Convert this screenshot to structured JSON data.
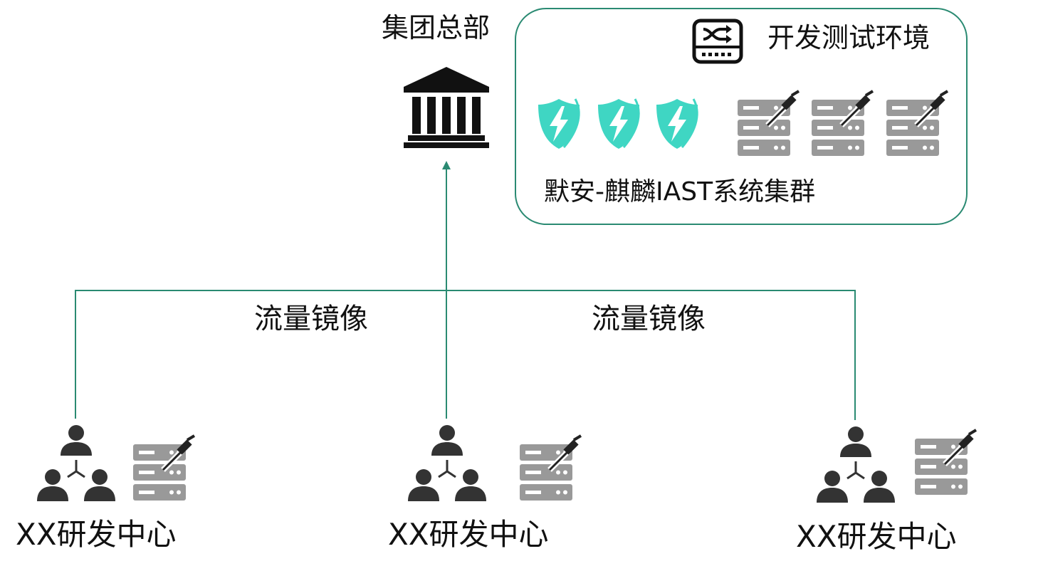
{
  "headquarters": {
    "label": "集团总部",
    "icon": "bank-building-icon"
  },
  "environment": {
    "label": "开发测试环境",
    "icon": "network-switch-icon",
    "cluster_label": "默安-麒麟IAST系统集群",
    "shield_icon": "lightning-shield-icon",
    "server_icon": "server-with-probe-icon"
  },
  "links": {
    "left_label": "流量镜像",
    "right_label": "流量镜像"
  },
  "centers": [
    {
      "label": "XX研发中心"
    },
    {
      "label": "XX研发中心"
    },
    {
      "label": "XX研发中心"
    }
  ],
  "colors": {
    "line": "#2a8a72",
    "shield": "#3fd6c3",
    "server": "#999999",
    "people": "#333333",
    "building": "#111111"
  }
}
